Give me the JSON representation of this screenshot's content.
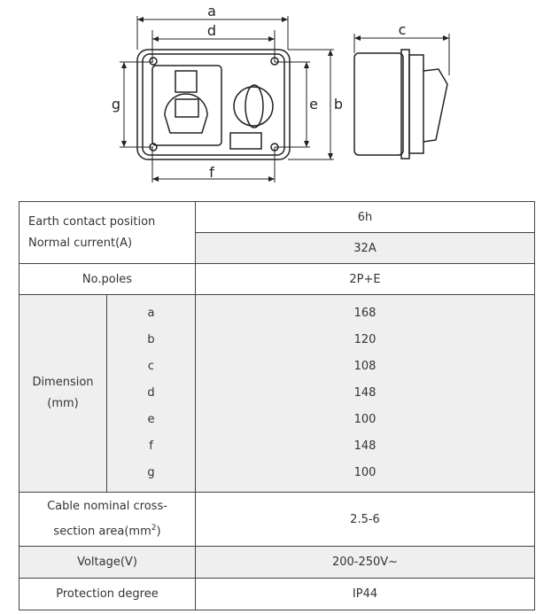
{
  "drawing": {
    "labels": [
      "a",
      "d",
      "g",
      "e",
      "b",
      "f",
      "c"
    ]
  },
  "table": {
    "earth_label": "Earth contact position",
    "current_label": "Normal current(A)",
    "earth_value": "6h",
    "current_value": "32A",
    "poles_label": "No.poles",
    "poles_value": "2P+E",
    "dimension_label": "Dimension",
    "dimension_unit": "(mm)",
    "dimensions": [
      {
        "k": "a",
        "v": "168"
      },
      {
        "k": "b",
        "v": "120"
      },
      {
        "k": "c",
        "v": "108"
      },
      {
        "k": "d",
        "v": "148"
      },
      {
        "k": "e",
        "v": "100"
      },
      {
        "k": "f",
        "v": "148"
      },
      {
        "k": "g",
        "v": "100"
      }
    ],
    "cable_label_1": "Cable nominal cross-",
    "cable_label_2": "section area(mm",
    "cable_sup": "2",
    "cable_close": ")",
    "cable_value": "2.5-6",
    "voltage_label": "Voltage(V)",
    "voltage_value": "200-250V~",
    "protection_label": "Protection degree",
    "protection_value": "IP44"
  }
}
